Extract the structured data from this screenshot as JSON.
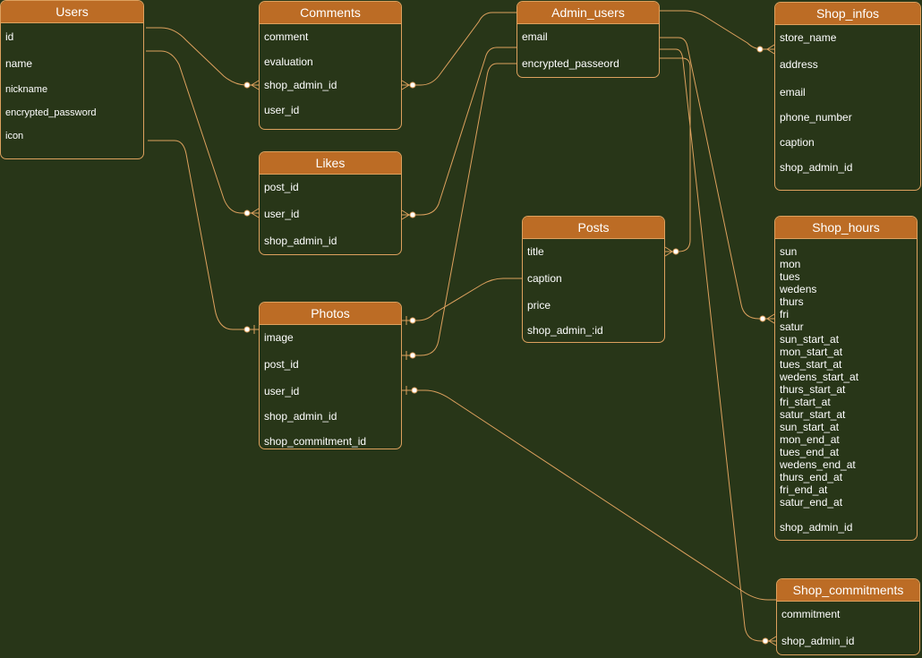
{
  "colors": {
    "background": "#283618",
    "header_fill": "#bc6c25",
    "border": "#dda15e",
    "text": "#ffffff"
  },
  "entities": {
    "users": {
      "title": "Users",
      "attrs": [
        "id",
        "name",
        "nickname",
        "encrypted_password",
        "icon"
      ]
    },
    "comments": {
      "title": "Comments",
      "attrs": [
        "comment",
        "evaluation",
        "shop_admin_id",
        "user_id"
      ]
    },
    "likes": {
      "title": "Likes",
      "attrs": [
        "post_id",
        "user_id",
        "shop_admin_id"
      ]
    },
    "photos": {
      "title": "Photos",
      "attrs": [
        "image",
        "post_id",
        "user_id",
        "shop_admin_id",
        "shop_commitment_id"
      ]
    },
    "admin_users": {
      "title": "Admin_users",
      "attrs": [
        "email",
        "encrypted_passeord"
      ]
    },
    "posts": {
      "title": "Posts",
      "attrs": [
        "title",
        "caption",
        "price",
        "shop_admin_:id"
      ]
    },
    "shop_infos": {
      "title": "Shop_infos",
      "attrs": [
        "store_name",
        "address",
        "email",
        "phone_number",
        "caption",
        "shop_admin_id"
      ]
    },
    "shop_hours": {
      "title": "Shop_hours",
      "attrs": [
        "sun",
        "mon",
        "tues",
        "wedens",
        "thurs",
        "fri",
        "satur",
        "sun_start_at",
        "mon_start_at",
        "tues_start_at",
        "wedens_start_at",
        "thurs_start_at",
        "fri_start_at",
        "satur_start_at",
        "sun_start_at",
        "mon_end_at",
        "tues_end_at",
        "wedens_end_at",
        "thurs_end_at",
        "fri_end_at",
        "satur_end_at",
        "shop_admin_id"
      ]
    },
    "shop_commitments": {
      "title": "Shop_commitments",
      "attrs": [
        "commitment",
        "shop_admin_id"
      ]
    }
  },
  "relationships": [
    {
      "from": "users",
      "to": "comments",
      "cardinality": "one-to-many"
    },
    {
      "from": "users",
      "to": "likes",
      "cardinality": "one-to-many"
    },
    {
      "from": "users",
      "to": "photos",
      "cardinality": "one-to-one"
    },
    {
      "from": "admin_users",
      "to": "comments",
      "cardinality": "one-to-many"
    },
    {
      "from": "admin_users",
      "to": "likes",
      "cardinality": "one-to-many"
    },
    {
      "from": "admin_users",
      "to": "photos",
      "cardinality": "one-to-one"
    },
    {
      "from": "admin_users",
      "to": "shop_infos",
      "cardinality": "one-to-many"
    },
    {
      "from": "admin_users",
      "to": "posts",
      "cardinality": "one-to-many"
    },
    {
      "from": "admin_users",
      "to": "shop_hours",
      "cardinality": "one-to-many"
    },
    {
      "from": "admin_users",
      "to": "shop_commitments",
      "cardinality": "one-to-many"
    },
    {
      "from": "posts",
      "to": "photos",
      "cardinality": "one-to-one"
    },
    {
      "from": "shop_commitments",
      "to": "photos",
      "cardinality": "one-to-one"
    }
  ]
}
